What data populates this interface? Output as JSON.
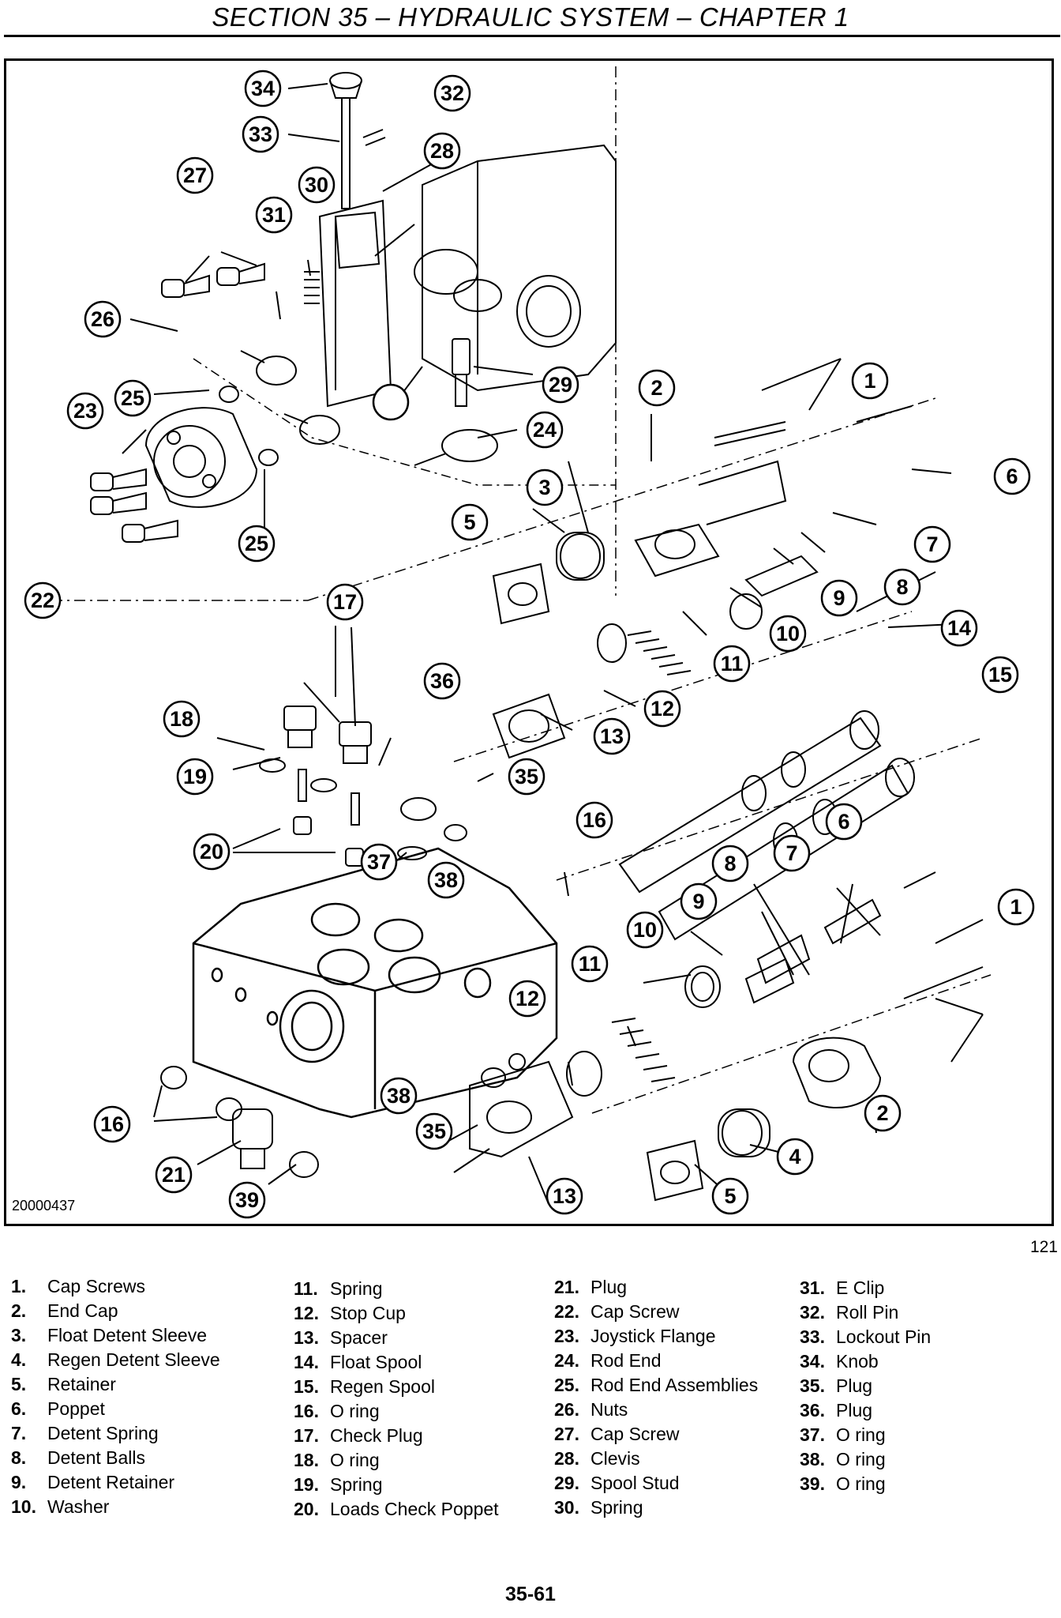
{
  "header": {
    "title": "SECTION 35 – HYDRAULIC SYSTEM – CHAPTER 1"
  },
  "figure": {
    "id_label": "20000437",
    "number": "121",
    "callouts": [
      "34",
      "33",
      "32",
      "28",
      "27",
      "31",
      "30",
      "26",
      "25",
      "23",
      "29",
      "24",
      "25",
      "22",
      "2",
      "1",
      "6",
      "3",
      "5",
      "7",
      "8",
      "9",
      "10",
      "14",
      "11",
      "15",
      "12",
      "13",
      "17",
      "36",
      "18",
      "19",
      "35",
      "20",
      "16",
      "37",
      "38",
      "6",
      "7",
      "8",
      "9",
      "10",
      "1",
      "11",
      "12",
      "2",
      "16",
      "38",
      "35",
      "21",
      "39",
      "13",
      "5",
      "4"
    ]
  },
  "legend": {
    "columns": [
      [
        {
          "num": "1.",
          "name": "Cap Screws"
        },
        {
          "num": "2.",
          "name": "End Cap"
        },
        {
          "num": "3.",
          "name": "Float Detent Sleeve"
        },
        {
          "num": "4.",
          "name": "Regen Detent Sleeve"
        },
        {
          "num": "5.",
          "name": "Retainer"
        },
        {
          "num": "6.",
          "name": "Poppet"
        },
        {
          "num": "7.",
          "name": "Detent Spring"
        },
        {
          "num": "8.",
          "name": "Detent Balls"
        },
        {
          "num": "9.",
          "name": "Detent Retainer"
        },
        {
          "num": "10.",
          "name": "Washer"
        }
      ],
      [
        {
          "num": "11.",
          "name": "Spring"
        },
        {
          "num": "12.",
          "name": "Stop Cup"
        },
        {
          "num": "13.",
          "name": "Spacer"
        },
        {
          "num": "14.",
          "name": "Float Spool"
        },
        {
          "num": "15.",
          "name": "Regen Spool"
        },
        {
          "num": "16.",
          "name": "O ring"
        },
        {
          "num": "17.",
          "name": "Check Plug"
        },
        {
          "num": "18.",
          "name": "O ring"
        },
        {
          "num": "19.",
          "name": "Spring"
        },
        {
          "num": "20.",
          "name": "Loads Check Poppet"
        }
      ],
      [
        {
          "num": "21.",
          "name": "Plug"
        },
        {
          "num": "22.",
          "name": "Cap Screw"
        },
        {
          "num": "23.",
          "name": "Joystick Flange"
        },
        {
          "num": "24.",
          "name": "Rod End"
        },
        {
          "num": "25.",
          "name": "Rod End Assemblies"
        },
        {
          "num": "26.",
          "name": "Nuts"
        },
        {
          "num": "27.",
          "name": "Cap Screw"
        },
        {
          "num": "28.",
          "name": "Clevis"
        },
        {
          "num": "29.",
          "name": "Spool Stud"
        },
        {
          "num": "30.",
          "name": "Spring"
        }
      ],
      [
        {
          "num": "31.",
          "name": "E Clip"
        },
        {
          "num": "32.",
          "name": "Roll Pin"
        },
        {
          "num": "33.",
          "name": "Lockout Pin"
        },
        {
          "num": "34.",
          "name": "Knob"
        },
        {
          "num": "35.",
          "name": "Plug"
        },
        {
          "num": "36.",
          "name": "Plug"
        },
        {
          "num": "37.",
          "name": "O ring"
        },
        {
          "num": "38.",
          "name": "O ring"
        },
        {
          "num": "39.",
          "name": "O ring"
        }
      ]
    ]
  },
  "footer": {
    "page_number": "35-61"
  }
}
